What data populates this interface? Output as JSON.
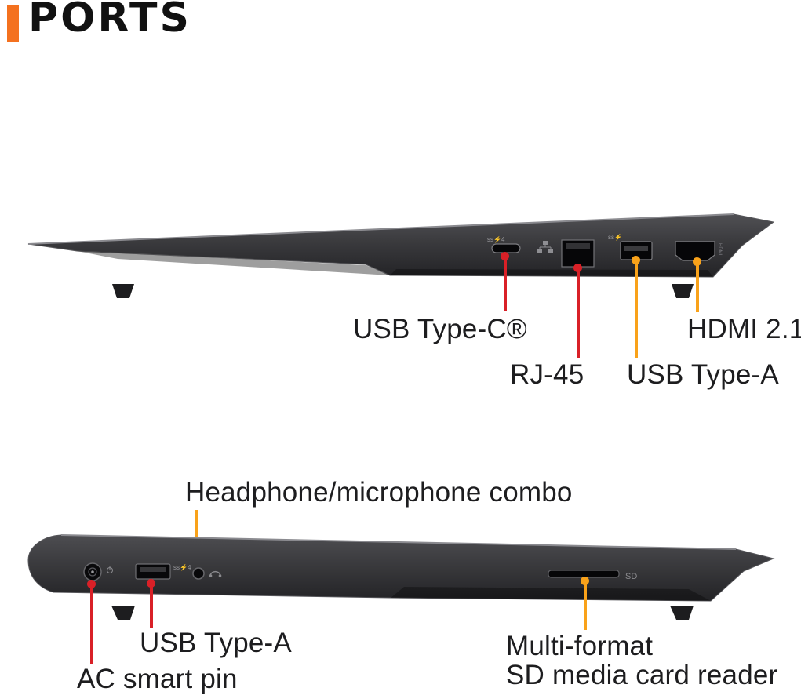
{
  "header": {
    "title": "PORTS",
    "accent_color": "#f4711f"
  },
  "colors": {
    "red": "#d92027",
    "orange": "#f9a21a",
    "label_text": "#1d1d1f",
    "laptop_body": "#3a3a3d"
  },
  "right_side_view": {
    "callouts": [
      {
        "label": "USB Type-C®",
        "color": "red"
      },
      {
        "label": "RJ-45",
        "color": "red"
      },
      {
        "label": "USB Type-A",
        "color": "orange"
      },
      {
        "label": "HDMI 2.1",
        "color": "orange"
      }
    ]
  },
  "left_side_view": {
    "callouts": [
      {
        "label": "Headphone/microphone combo",
        "color": "orange"
      },
      {
        "label": "USB Type-A",
        "color": "red"
      },
      {
        "label": "AC smart pin",
        "color": "red"
      },
      {
        "label_line1": "Multi-format",
        "label_line2": "SD media card reader",
        "color": "orange"
      }
    ]
  },
  "port_markings": {
    "usb_c": "ss⚡4",
    "usb_a_right": "ss⚡",
    "hdmi": "HDMI",
    "usb_a_left": "ss⚡4",
    "sd": "SD"
  }
}
